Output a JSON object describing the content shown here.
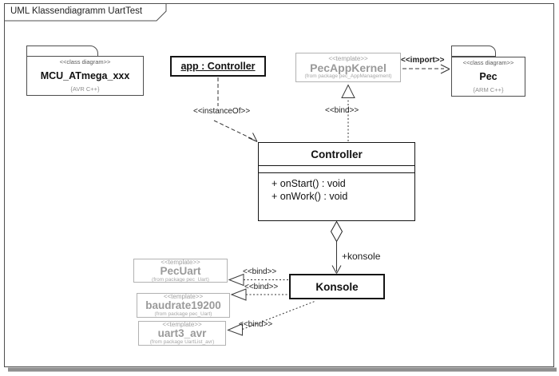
{
  "frame": {
    "title": "UML Klassendiagramm UartTest"
  },
  "packages": {
    "mcu": {
      "stereotype": "<<class diagram>>",
      "name": "MCU_ATmega_xxx",
      "note": "{AVR C++}"
    },
    "pec": {
      "stereotype": "<<class diagram>>",
      "name": "Pec",
      "note": "{ARM C++}"
    }
  },
  "objects": {
    "app": {
      "name": "app : Controller"
    }
  },
  "templates": {
    "pecAppKernel": {
      "stereotype": "<<template>>",
      "name": "PecAppKernel",
      "from": "(from package pec_AppManagement)"
    },
    "pecUart": {
      "stereotype": "<<template>>",
      "name": "PecUart",
      "from": "(from package pec_Uart)"
    },
    "baudrate": {
      "stereotype": "<<template>>",
      "name": "baudrate19200",
      "from": "(from package pec_Uart)"
    },
    "uart3": {
      "stereotype": "<<template>>",
      "name": "uart3_avr",
      "from": "(from package UartList_avr)"
    }
  },
  "classes": {
    "controller": {
      "name": "Controller",
      "operations": [
        "+ onStart() : void",
        "+ onWork() : void"
      ]
    },
    "konsole": {
      "name": "Konsole"
    }
  },
  "labels": {
    "import": "<<import>>",
    "instanceOf": "<<instanceOf>>",
    "bind": "<<bind>>",
    "konsoleRole": "+konsole"
  },
  "colors": {
    "line_dark": "#333333",
    "template_gray": "#9a9a9a",
    "border_gray": "#b2b2b2",
    "frame_border": "#4f4f4f",
    "shadow_gray": "#8f8f8f"
  }
}
